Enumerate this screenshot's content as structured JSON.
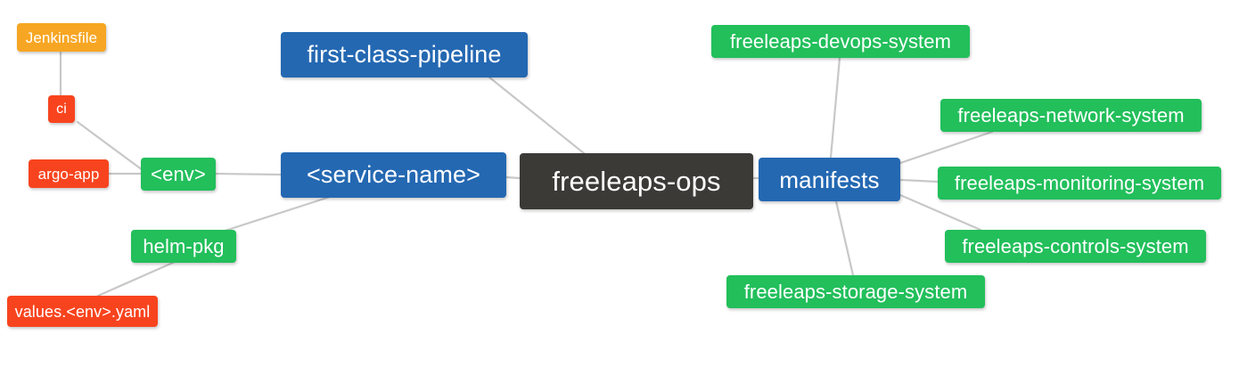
{
  "diagram": {
    "type": "mind-map",
    "title": "freeleaps-ops",
    "background_color": "#FFFFFF",
    "edge_color": "#C8C8C8",
    "palette": {
      "root": "#3C3A37",
      "blue": "#2468B2",
      "green": "#22BF5B",
      "orange": "#F7A623",
      "red": "#F8441E"
    }
  },
  "nodes": {
    "root": {
      "label": "freeleaps-ops",
      "color": "#3C3A37",
      "level": 0
    },
    "service_name": {
      "label": "<service-name>",
      "color": "#2468B2",
      "level": 1
    },
    "manifests": {
      "label": "manifests",
      "color": "#2468B2",
      "level": 1
    },
    "first_class_pipeline": {
      "label": "first-class-pipeline",
      "color": "#2468B2",
      "level": 1
    },
    "env": {
      "label": "<env>",
      "color": "#22BF5B",
      "level": 2
    },
    "helm_pkg": {
      "label": "helm-pkg",
      "color": "#22BF5B",
      "level": 2
    },
    "ci": {
      "label": "ci",
      "color": "#F8441E",
      "level": 3
    },
    "argo_app": {
      "label": "argo-app",
      "color": "#F8441E",
      "level": 3
    },
    "values_yaml": {
      "label": "values.<env>.yaml",
      "color": "#F8441E",
      "level": 3
    },
    "jenkinsfile": {
      "label": "Jenkinsfile",
      "color": "#F7A623",
      "level": 4
    },
    "devops_system": {
      "label": "freeleaps-devops-system",
      "color": "#22BF5B",
      "level": 2
    },
    "network_system": {
      "label": "freeleaps-network-system",
      "color": "#22BF5B",
      "level": 2
    },
    "monitoring_system": {
      "label": "freeleaps-monitoring-system",
      "color": "#22BF5B",
      "level": 2
    },
    "controls_system": {
      "label": "freeleaps-controls-system",
      "color": "#22BF5B",
      "level": 2
    },
    "storage_system": {
      "label": "freeleaps-storage-system",
      "color": "#22BF5B",
      "level": 2
    }
  },
  "edges": [
    {
      "from": "root",
      "to": "service_name"
    },
    {
      "from": "root",
      "to": "manifests"
    },
    {
      "from": "root",
      "to": "first_class_pipeline"
    },
    {
      "from": "service_name",
      "to": "env"
    },
    {
      "from": "service_name",
      "to": "helm_pkg"
    },
    {
      "from": "env",
      "to": "ci"
    },
    {
      "from": "env",
      "to": "argo_app"
    },
    {
      "from": "ci",
      "to": "jenkinsfile"
    },
    {
      "from": "helm_pkg",
      "to": "values_yaml"
    },
    {
      "from": "manifests",
      "to": "devops_system"
    },
    {
      "from": "manifests",
      "to": "network_system"
    },
    {
      "from": "manifests",
      "to": "monitoring_system"
    },
    {
      "from": "manifests",
      "to": "controls_system"
    },
    {
      "from": "manifests",
      "to": "storage_system"
    }
  ]
}
